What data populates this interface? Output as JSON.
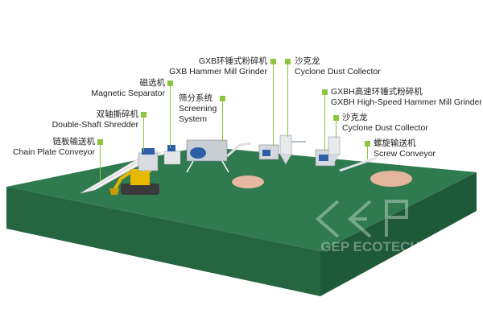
{
  "labels": {
    "chain_plate": {
      "cn": "链板输送机",
      "en": "Chain Plate Conveyor"
    },
    "double_shaft": {
      "cn": "双轴撕碎机",
      "en": "Double-Shaft Shredder"
    },
    "magnetic": {
      "cn": "磁选机",
      "en": "Magnetic Separator"
    },
    "hammer_mill": {
      "cn": "GXB环锤式粉碎机",
      "en": "GXB Hammer Mill Grinder"
    },
    "screening": {
      "cn": "筛分系统",
      "en1": "Screening",
      "en2": "System"
    },
    "cyclone1": {
      "cn": "沙克龙",
      "en": "Cyclone Dust Collector"
    },
    "highspeed": {
      "cn": "GXBH高速环锤式粉碎机",
      "en": "GXBH High-Speed Hammer Mill Grinder"
    },
    "cyclone2": {
      "cn": "沙克龙",
      "en": "Cyclone Dust Collector"
    },
    "screw": {
      "cn": "螺旋输送机",
      "en": "Screw Conveyor"
    }
  },
  "watermark": {
    "brand": "GEP ECOTECH"
  },
  "colors": {
    "platform_top": "#2f7a4e",
    "platform_side": "#256640",
    "accent": "#8cc63f"
  }
}
